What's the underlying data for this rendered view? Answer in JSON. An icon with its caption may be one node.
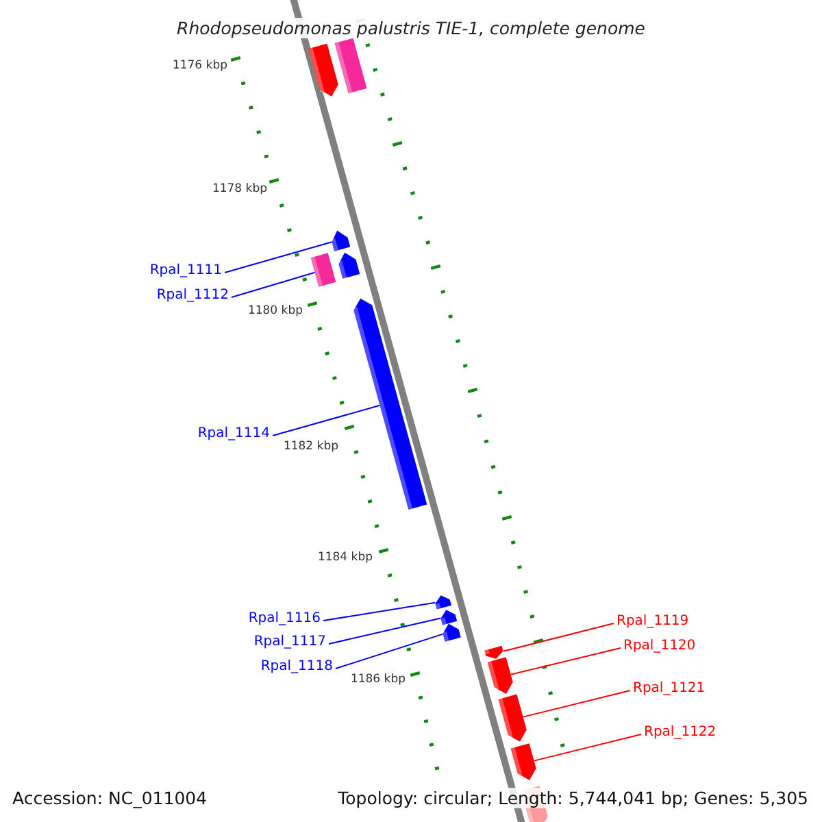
{
  "diagram": {
    "title": "Rhodopseudomonas palustris TIE-1, complete genome",
    "nodes": [
      {
        "text": [
          "Rpal_1111"
        ]
      },
      {
        "text": [
          "Rpal_1112"
        ]
      },
      {
        "text": [
          "Rpal_1114"
        ]
      },
      {
        "text": [
          "Rpal_1116"
        ]
      },
      {
        "text": [
          "Rpal_1117"
        ]
      },
      {
        "text": [
          "Rpal_1118"
        ]
      },
      {
        "text": [
          "Rpal_1119"
        ]
      },
      {
        "text": [
          "Rpal_1120"
        ]
      },
      {
        "text": [
          "Rpal_1121"
        ]
      },
      {
        "text": [
          "Rpal_1122"
        ]
      },
      {
        "text": [],
        "shape": "arrow"
      },
      {
        "text": [],
        "shape": "box"
      },
      {
        "text": [],
        "shape": "arrow"
      },
      {
        "text": [],
        "shape": "arrow"
      },
      {
        "text": [],
        "shape": "arrow"
      },
      {
        "text": [],
        "shape": "arrow"
      },
      {
        "text": [],
        "shape": "arrow"
      },
      {
        "text": [],
        "shape": "arrow"
      },
      {
        "text": [],
        "shape": "arrow"
      },
      {
        "text": [],
        "shape": "arrow"
      },
      {
        "text": [],
        "shape": "arrow"
      },
      {
        "text": [],
        "shape": "box"
      },
      {
        "text": [],
        "shape": "arrow"
      },
      {
        "text": [],
        "shape": "arrow"
      }
    ],
    "edges": [
      {
        "from": 0,
        "to": 10,
        "arrow": "none"
      },
      {
        "from": 1,
        "to": 11,
        "arrow": "none"
      },
      {
        "from": 2,
        "to": 12,
        "arrow": "none"
      },
      {
        "from": 3,
        "to": 13,
        "arrow": "none"
      },
      {
        "from": 4,
        "to": 14,
        "arrow": "none"
      },
      {
        "from": 5,
        "to": 15,
        "arrow": "none"
      },
      {
        "from": 6,
        "to": 16,
        "arrow": "none",
        "color": "#ff0000"
      },
      {
        "from": 7,
        "to": 17,
        "arrow": "none",
        "color": "#ff0000"
      },
      {
        "from": 8,
        "to": 18,
        "arrow": "none",
        "color": "#ff0000"
      },
      {
        "from": 9,
        "to": 19,
        "arrow": "none",
        "color": "#ff0000"
      }
    ],
    "labels": [
      "1176 kbp",
      "1178 kbp",
      "1180 kbp",
      "1182 kbp",
      "1184 kbp",
      "1186 kbp",
      "Accession: NC_011004",
      "Topology: circular; Length: 5,744,041 bp; Genes: 5,305"
    ]
  }
}
